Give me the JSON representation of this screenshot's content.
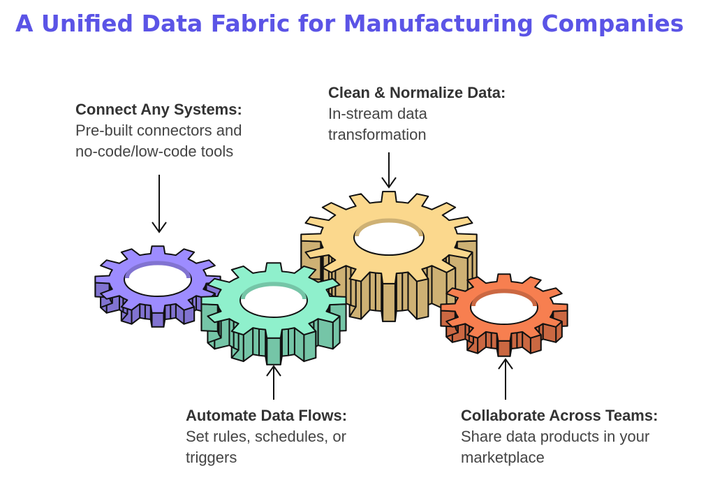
{
  "title": "A Unified Data Fabric for Manufacturing Companies",
  "colors": {
    "title": "#5b54e6",
    "gear_purple": "#9d8cff",
    "gear_green": "#8ff0cc",
    "gear_yellow": "#fbd88d",
    "gear_orange": "#f77f50"
  },
  "labels": {
    "connect": {
      "head": "Connect Any Systems:",
      "line1": "Pre-built connectors and",
      "line2": "no-code/low-code tools"
    },
    "clean": {
      "head": "Clean & Normalize Data:",
      "line1": "In-stream data",
      "line2": "transformation"
    },
    "automate": {
      "head": "Automate Data Flows:",
      "line1": "Set rules, schedules, or",
      "line2": "triggers"
    },
    "collab": {
      "head": "Collaborate Across Teams:",
      "line1": "Share data products in your",
      "line2": "marketplace"
    }
  }
}
